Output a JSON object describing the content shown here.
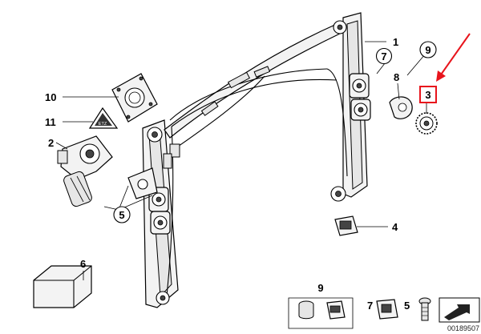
{
  "callouts": {
    "c1": "1",
    "c2": "2",
    "c3": "3",
    "c4": "4",
    "c5": "5",
    "c6": "6",
    "c7": "7",
    "c8": "8",
    "c9": "9",
    "c10": "10",
    "c11": "11",
    "strip_9": "9",
    "strip_7": "7",
    "strip_5": "5"
  },
  "warning_label": "ETZ",
  "reference_code": "00189507",
  "colors": {
    "highlight": "#e8141c",
    "line": "#000000"
  }
}
